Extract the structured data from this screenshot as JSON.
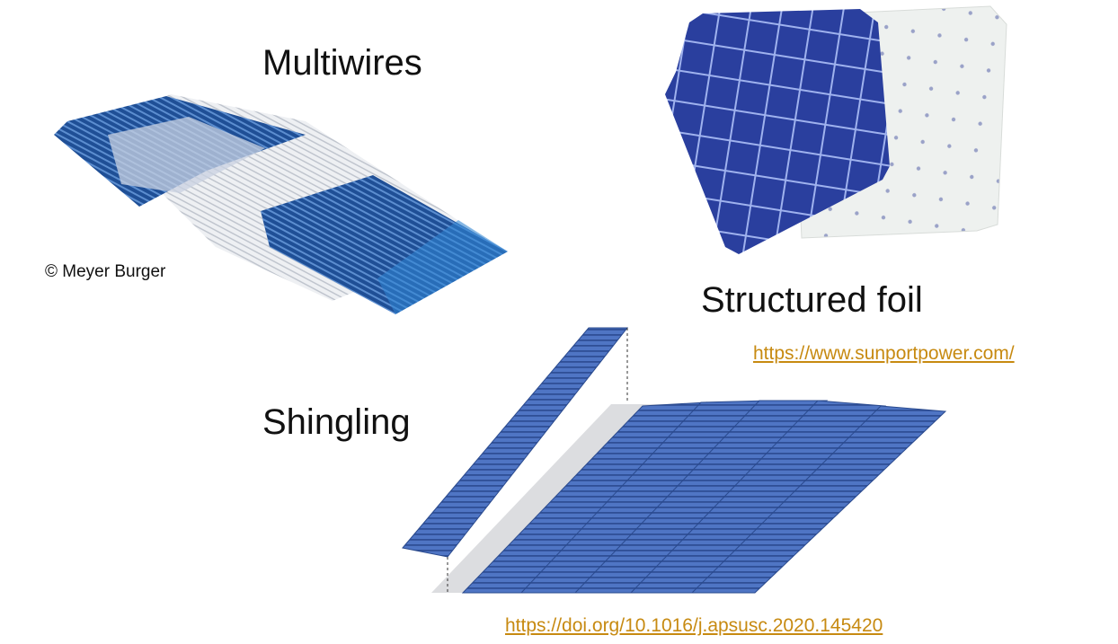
{
  "labels": {
    "multiwires": "Multiwires",
    "structured_foil": "Structured foil",
    "shingling": "Shingling",
    "meyer_burger_credit": "© Meyer Burger"
  },
  "links": {
    "sunportpower": "https://www.sunportpower.com/",
    "doi": "https://doi.org/10.1016/j.apsusc.2020.145420"
  },
  "colors": {
    "cell_blue": "#2e5fae",
    "cell_dark": "#1d3f7c",
    "foil_white": "#eef1ef",
    "link": "#c78a11",
    "text": "#111111"
  }
}
